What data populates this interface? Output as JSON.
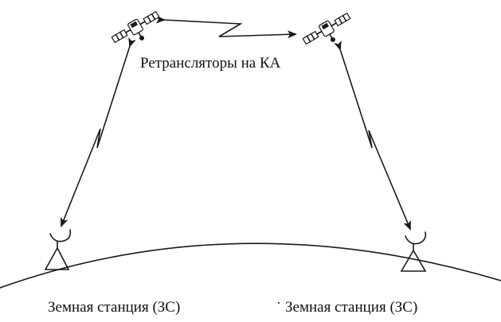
{
  "labels": {
    "relay": "Ретрансляторы на КА",
    "station_left": "Земная станция (ЗС)",
    "station_right": "Земная станция (ЗС)"
  },
  "colors": {
    "ink": "#1a1a1a",
    "background": "#ffffff"
  },
  "icons": {
    "satellite_left": "satellite-icon",
    "satellite_right": "satellite-icon",
    "antenna_left": "antenna-icon",
    "antenna_right": "antenna-icon"
  }
}
